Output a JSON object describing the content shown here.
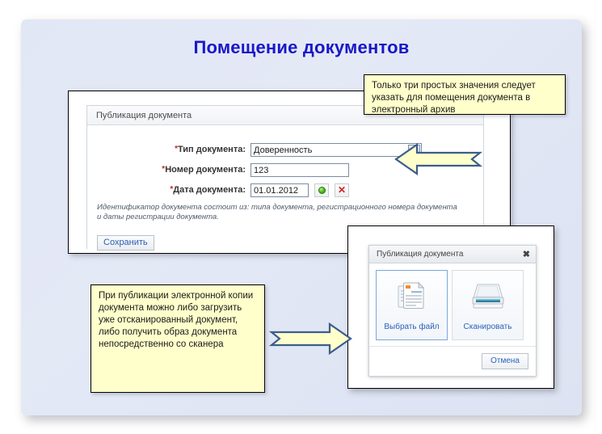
{
  "slide": {
    "title": "Помещение документов"
  },
  "form": {
    "panel_title": "Публикация документа",
    "rows": [
      {
        "label": "Тип документа:",
        "required": true,
        "type": "select",
        "value": "Доверенность"
      },
      {
        "label": "Номер документа:",
        "required": true,
        "type": "text",
        "value": "123"
      },
      {
        "label": "Дата документа:",
        "required": true,
        "type": "date",
        "value": "01.01.2012"
      }
    ],
    "labels": {
      "doc_type": "Тип документа:",
      "doc_number": "Номер документа:",
      "doc_date": "Дата документа:"
    },
    "values": {
      "doc_type": "Доверенность",
      "doc_number": "123",
      "doc_date": "01.01.2012"
    },
    "hint": "Идентификатор документа состоит из: типа документа, регистрационного номера документа и даты регистрации документа.",
    "save_label": "Сохранить",
    "required_marker": "*",
    "date_add_icon": "green-circle-add-icon",
    "date_clear_icon": "red-cross-clear-icon",
    "dropdown_icon": "chevron-down-icon"
  },
  "dialog": {
    "title": "Публикация документа",
    "close_label": "✖",
    "tiles": [
      {
        "label": "Выбрать файл",
        "icon": "documents-icon",
        "selected": true
      },
      {
        "label": "Сканировать",
        "icon": "scanner-icon",
        "selected": false
      }
    ],
    "cancel_label": "Отмена"
  },
  "callouts": {
    "top": "Только три простых значения следует указать для помещения документа в электронный архив",
    "bottom": "При публикации электронной копии документа можно либо загрузить уже отсканированный документ, либо получить образ документа непосредственно со сканера"
  },
  "colors": {
    "title": "#1818c8",
    "callout_bg": "#ffffcc",
    "arrow_fill": "#ffffcc",
    "arrow_stroke": "#3b5d8c",
    "link_blue": "#2a63b8",
    "required_red": "#cc2222"
  }
}
